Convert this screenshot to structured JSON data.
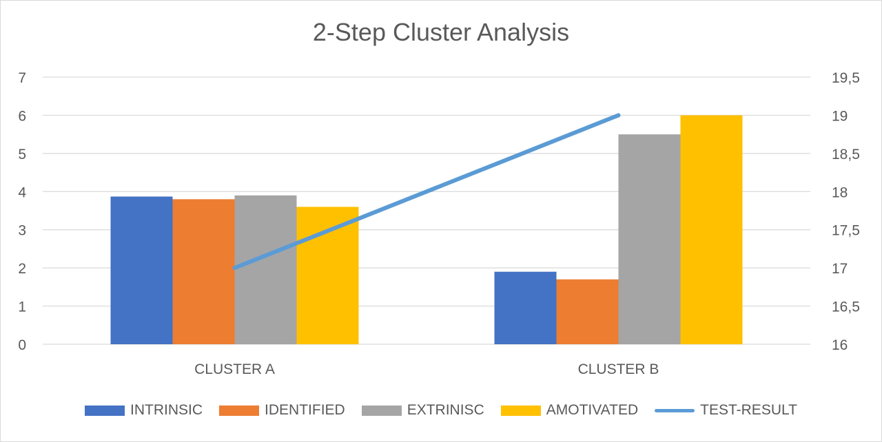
{
  "chart_data": {
    "type": "bar",
    "title": "2-Step Cluster Analysis",
    "categories": [
      "CLUSTER A",
      "CLUSTER B"
    ],
    "series": [
      {
        "name": "INTRINSIC",
        "kind": "bar",
        "axis": "left",
        "color": "#4472c4",
        "values": [
          3.87,
          1.9
        ]
      },
      {
        "name": "IDENTIFIED",
        "kind": "bar",
        "axis": "left",
        "color": "#ed7d31",
        "values": [
          3.8,
          1.7
        ]
      },
      {
        "name": "EXTRINISC",
        "kind": "bar",
        "axis": "left",
        "color": "#a5a5a5",
        "values": [
          3.9,
          5.5
        ]
      },
      {
        "name": "AMOTIVATED",
        "kind": "bar",
        "axis": "left",
        "color": "#ffc000",
        "values": [
          3.6,
          6.0
        ]
      },
      {
        "name": "TEST-RESULT",
        "kind": "line",
        "axis": "right",
        "color": "#5b9bd5",
        "values": [
          17.0,
          19.0
        ]
      }
    ],
    "y_left": {
      "min": 0,
      "max": 7,
      "ticks": [
        "0",
        "1",
        "2",
        "3",
        "4",
        "5",
        "6",
        "7"
      ]
    },
    "y_right": {
      "min": 16,
      "max": 19.5,
      "ticks": [
        "16",
        "16,5",
        "17",
        "17,5",
        "18",
        "18,5",
        "19",
        "19,5"
      ]
    },
    "grid": true,
    "legend_position": "bottom"
  }
}
